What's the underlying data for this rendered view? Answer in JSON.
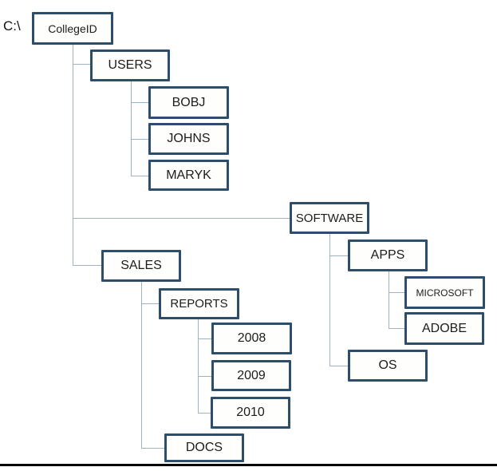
{
  "drive_label": "C:\\",
  "tree": {
    "label": "CollegeID",
    "children": [
      {
        "label": "USERS",
        "children": [
          {
            "label": "BOBJ"
          },
          {
            "label": "JOHNS"
          },
          {
            "label": "MARYK"
          }
        ]
      },
      {
        "label": "SOFTWARE",
        "children": [
          {
            "label": "APPS",
            "children": [
              {
                "label": "MICROSOFT"
              },
              {
                "label": "ADOBE"
              }
            ]
          },
          {
            "label": "OS"
          }
        ]
      },
      {
        "label": "SALES",
        "children": [
          {
            "label": "REPORTS",
            "children": [
              {
                "label": "2008"
              },
              {
                "label": "2009"
              },
              {
                "label": "2010"
              }
            ]
          },
          {
            "label": "DOCS"
          }
        ]
      }
    ]
  },
  "colors": {
    "box_border": "#2d4d6d",
    "box_fill": "#fefefd",
    "connector": "#9fb2c2",
    "text": "#1c1c1c",
    "bottom_bar": "#010101",
    "background": "#ffffff"
  }
}
